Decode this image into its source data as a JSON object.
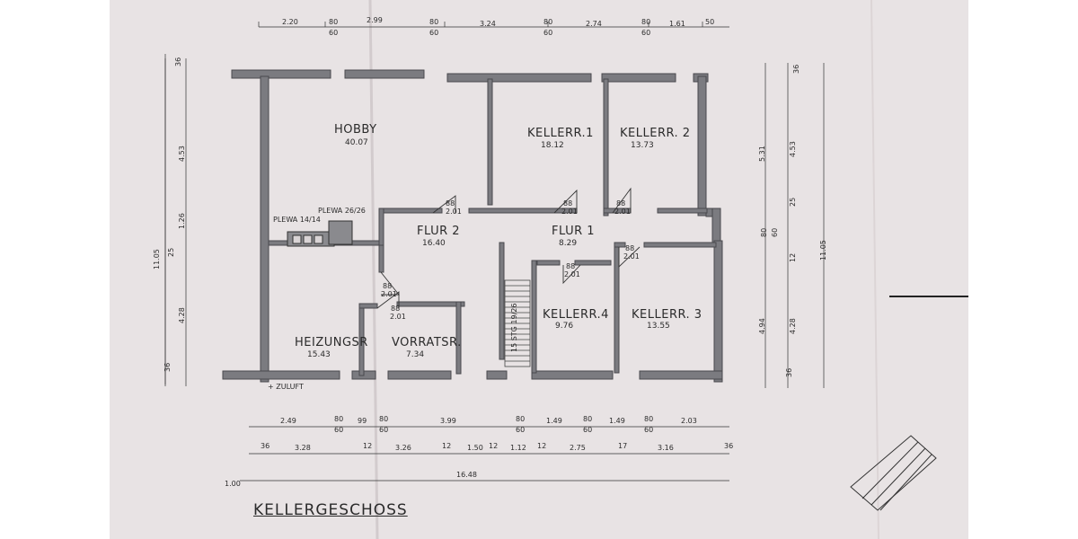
{
  "drawing": {
    "title": "KELLERGESCHOSS",
    "rooms": [
      {
        "name": "HOBBY",
        "area": "40.07"
      },
      {
        "name": "KELLERR.1",
        "area": "18.12"
      },
      {
        "name": "KELLERR. 2",
        "area": "13.73"
      },
      {
        "name": "FLUR 2",
        "area": "16.40"
      },
      {
        "name": "FLUR 1",
        "area": "8.29"
      },
      {
        "name": "HEIZUNGSR",
        "area": "15.43"
      },
      {
        "name": "VORRATSR.",
        "area": "7.34"
      },
      {
        "name": "KELLERR.4",
        "area": "9.76"
      },
      {
        "name": "KELLERR. 3",
        "area": "13.55"
      }
    ],
    "notes": {
      "plewa_small": "PLEWA 14/14",
      "plewa_large": "PLEWA 26/26",
      "zuluft": "+ ZULUFT",
      "stair": "15 STG 19/26",
      "door_width": "88",
      "door_height": "2.01"
    },
    "top_dims": [
      "2.20",
      "80",
      "60",
      "2.99",
      "80",
      "60",
      "3.24",
      "80",
      "60",
      "2.74",
      "80",
      "60",
      "1.61",
      "50"
    ],
    "bottom_dims_row1": [
      "2.49",
      "80",
      "60",
      "99",
      "80",
      "60",
      "3.99",
      "80",
      "60",
      "1.49",
      "80",
      "60",
      "1.49",
      "80",
      "60",
      "2.03"
    ],
    "bottom_dims_row2": [
      "36",
      "3.28",
      "12",
      "3.26",
      "12",
      "1.50",
      "12",
      "1.12",
      "12",
      "2.75",
      "17",
      "3.16",
      "36"
    ],
    "bottom_total": "16.48",
    "bottom_offset": "1.00",
    "left_dims": [
      "36",
      "4.53",
      "1.26",
      "25",
      "4.28",
      "36",
      "11.05"
    ],
    "right_dims": [
      "36",
      "4.53",
      "5.31",
      "25",
      "80",
      "60",
      "12",
      "4.94",
      "4.28",
      "36",
      "11.05"
    ]
  }
}
